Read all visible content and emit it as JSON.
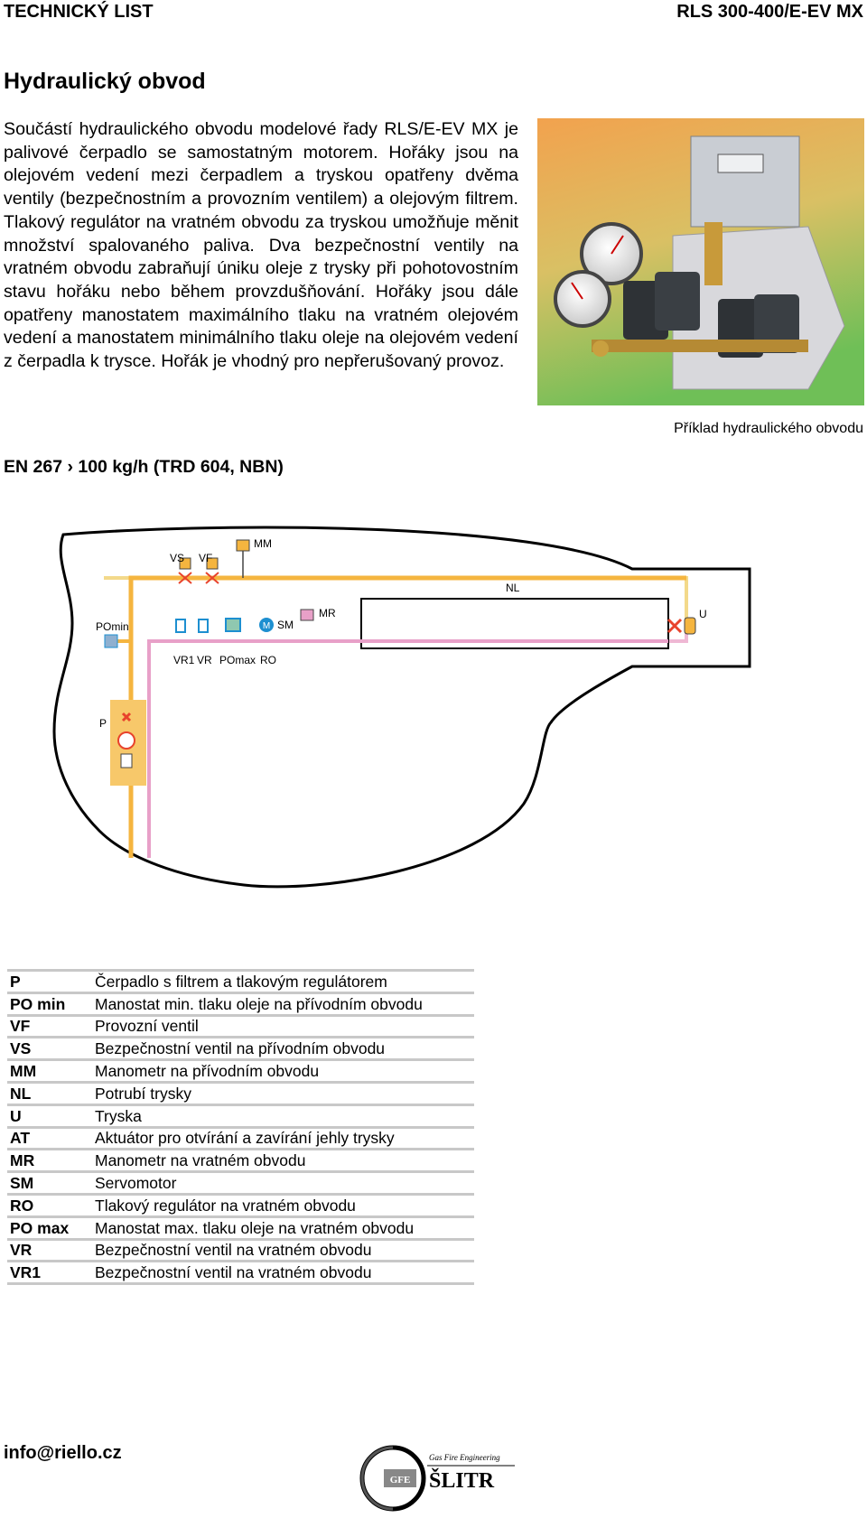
{
  "header": {
    "left": "TECHNICKÝ LIST",
    "right": "RLS 300-400/E-EV MX"
  },
  "title": "Hydraulický obvod",
  "intro": "Součástí hydraulického obvodu modelové řady RLS/E-EV MX je palivové čerpadlo se samostatným motorem. Hořáky jsou na olejovém vedení mezi čerpadlem a tryskou opatřeny dvěma ventily (bezpečnostním a provozním ventilem) a olejovým filtrem. Tlakový regulátor na vratném obvodu za tryskou umožňuje měnit množství spalovaného paliva. Dva bezpečnostní ventily na vratném obvodu zabraňují úniku oleje z trysky při pohotovostním stavu hořáku nebo během provzdušňování. Hořáky jsou dále opatřeny manostatem maximálního tlaku na vratném olejovém vedení a manostatem minimálního tlaku oleje na olejovém vedení z čerpadla k trysce. Hořák je vhodný pro nepřerušovaný provoz.",
  "photo_caption": "Příklad hydraulického obvodu",
  "en_line": "EN 267 › 100 kg/h (TRD 604, NBN)",
  "diagram_labels": {
    "vs": "VS",
    "vf": "VF",
    "mm": "MM",
    "nl": "NL",
    "u": "U",
    "pomin": "POmin",
    "vr1": "VR1",
    "vr": "VR",
    "pomax": "POmax",
    "sm": "SM",
    "ro": "RO",
    "mr": "MR",
    "p": "P",
    "sm_symbol": "M"
  },
  "legend": [
    {
      "code": "P",
      "desc": "Čerpadlo s filtrem a tlakovým regulátorem"
    },
    {
      "code": "PO min",
      "desc": "Manostat min. tlaku oleje na přívodním obvodu"
    },
    {
      "code": "VF",
      "desc": "Provozní ventil"
    },
    {
      "code": "VS",
      "desc": "Bezpečnostní ventil na přívodním obvodu"
    },
    {
      "code": "MM",
      "desc": "Manometr na přívodním obvodu"
    },
    {
      "code": "NL",
      "desc": "Potrubí trysky"
    },
    {
      "code": "U",
      "desc": "Tryska"
    },
    {
      "code": "AT",
      "desc": "Aktuátor pro otvírání a zavírání jehly trysky"
    },
    {
      "code": "MR",
      "desc": "Manometr na vratném obvodu"
    },
    {
      "code": "SM",
      "desc": "Servomotor"
    },
    {
      "code": "RO",
      "desc": "Tlakový regulátor na vratném obvodu"
    },
    {
      "code": "PO max",
      "desc": "Manostat max. tlaku oleje na vratném obvodu"
    },
    {
      "code": "VR",
      "desc": "Bezpečnostní ventil na vratném obvodu"
    },
    {
      "code": "VR1",
      "desc": "Bezpečnostní ventil na vratném obvodu"
    }
  ],
  "footer": {
    "email": "info@riello.cz",
    "logo_tagline": "Gas Fire Engineering",
    "logo_name": "ŠLITR",
    "logo_badge": "GFE"
  },
  "colors": {
    "supply_line": "#f5b53f",
    "return_line": "#e8a0c8",
    "nozzle_line": "#f3d98a",
    "red_valve": "#e8432c",
    "blue_component": "#1d8fd0",
    "pump_box": "#f7c86a",
    "diagram_outline": "#000000",
    "photo_bg_top": "#f0a050",
    "photo_bg_bottom": "#74c05a"
  }
}
